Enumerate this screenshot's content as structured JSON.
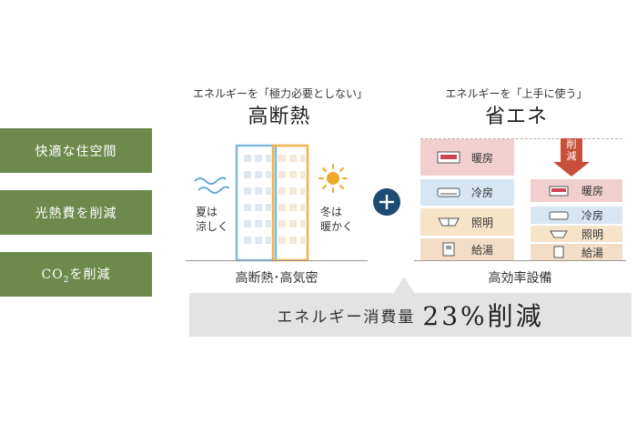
{
  "side_buttons": [
    {
      "label": "快適な住空間"
    },
    {
      "label": "光熱費を削減"
    },
    {
      "label_pre": "CO",
      "label_sub": "2",
      "label_post": "を削減"
    }
  ],
  "left_panel": {
    "subtitle": "エネルギーを「極力必要としない」",
    "title": "高断熱",
    "summer_line1": "夏は",
    "summer_line2": "涼しく",
    "winter_line1": "冬は",
    "winter_line2": "暖かく",
    "caption": "高断熱･高気密"
  },
  "plus_icon": "plus-circle-icon",
  "right_panel": {
    "subtitle": "エネルギーを「上手に使う」",
    "title": "省エネ",
    "reduction_badge": [
      "削",
      "減"
    ],
    "before_items": [
      {
        "icon": "heater-icon",
        "label": "暖房"
      },
      {
        "icon": "air-conditioner-icon",
        "label": "冷房"
      },
      {
        "icon": "ceiling-light-icon",
        "label": "照明"
      },
      {
        "icon": "water-heater-icon",
        "label": "給湯"
      }
    ],
    "after_items": [
      {
        "icon": "heater-icon",
        "label": "暖房"
      },
      {
        "icon": "air-conditioner-icon",
        "label": "冷房"
      },
      {
        "icon": "ceiling-light-icon",
        "label": "照明"
      },
      {
        "icon": "water-heater-icon",
        "label": "給湯"
      }
    ],
    "caption": "高効率設備"
  },
  "banner": {
    "text": "エネルギー消費量",
    "value": "23%削減"
  },
  "colors": {
    "green": "#6b8a4c",
    "heating": "#f2cfcf",
    "cooling": "#d6e6f3",
    "lighting": "#f6e3c8",
    "hotwater": "#f4ddc6",
    "arrow": "#c8503a",
    "navy": "#1f4a73"
  }
}
